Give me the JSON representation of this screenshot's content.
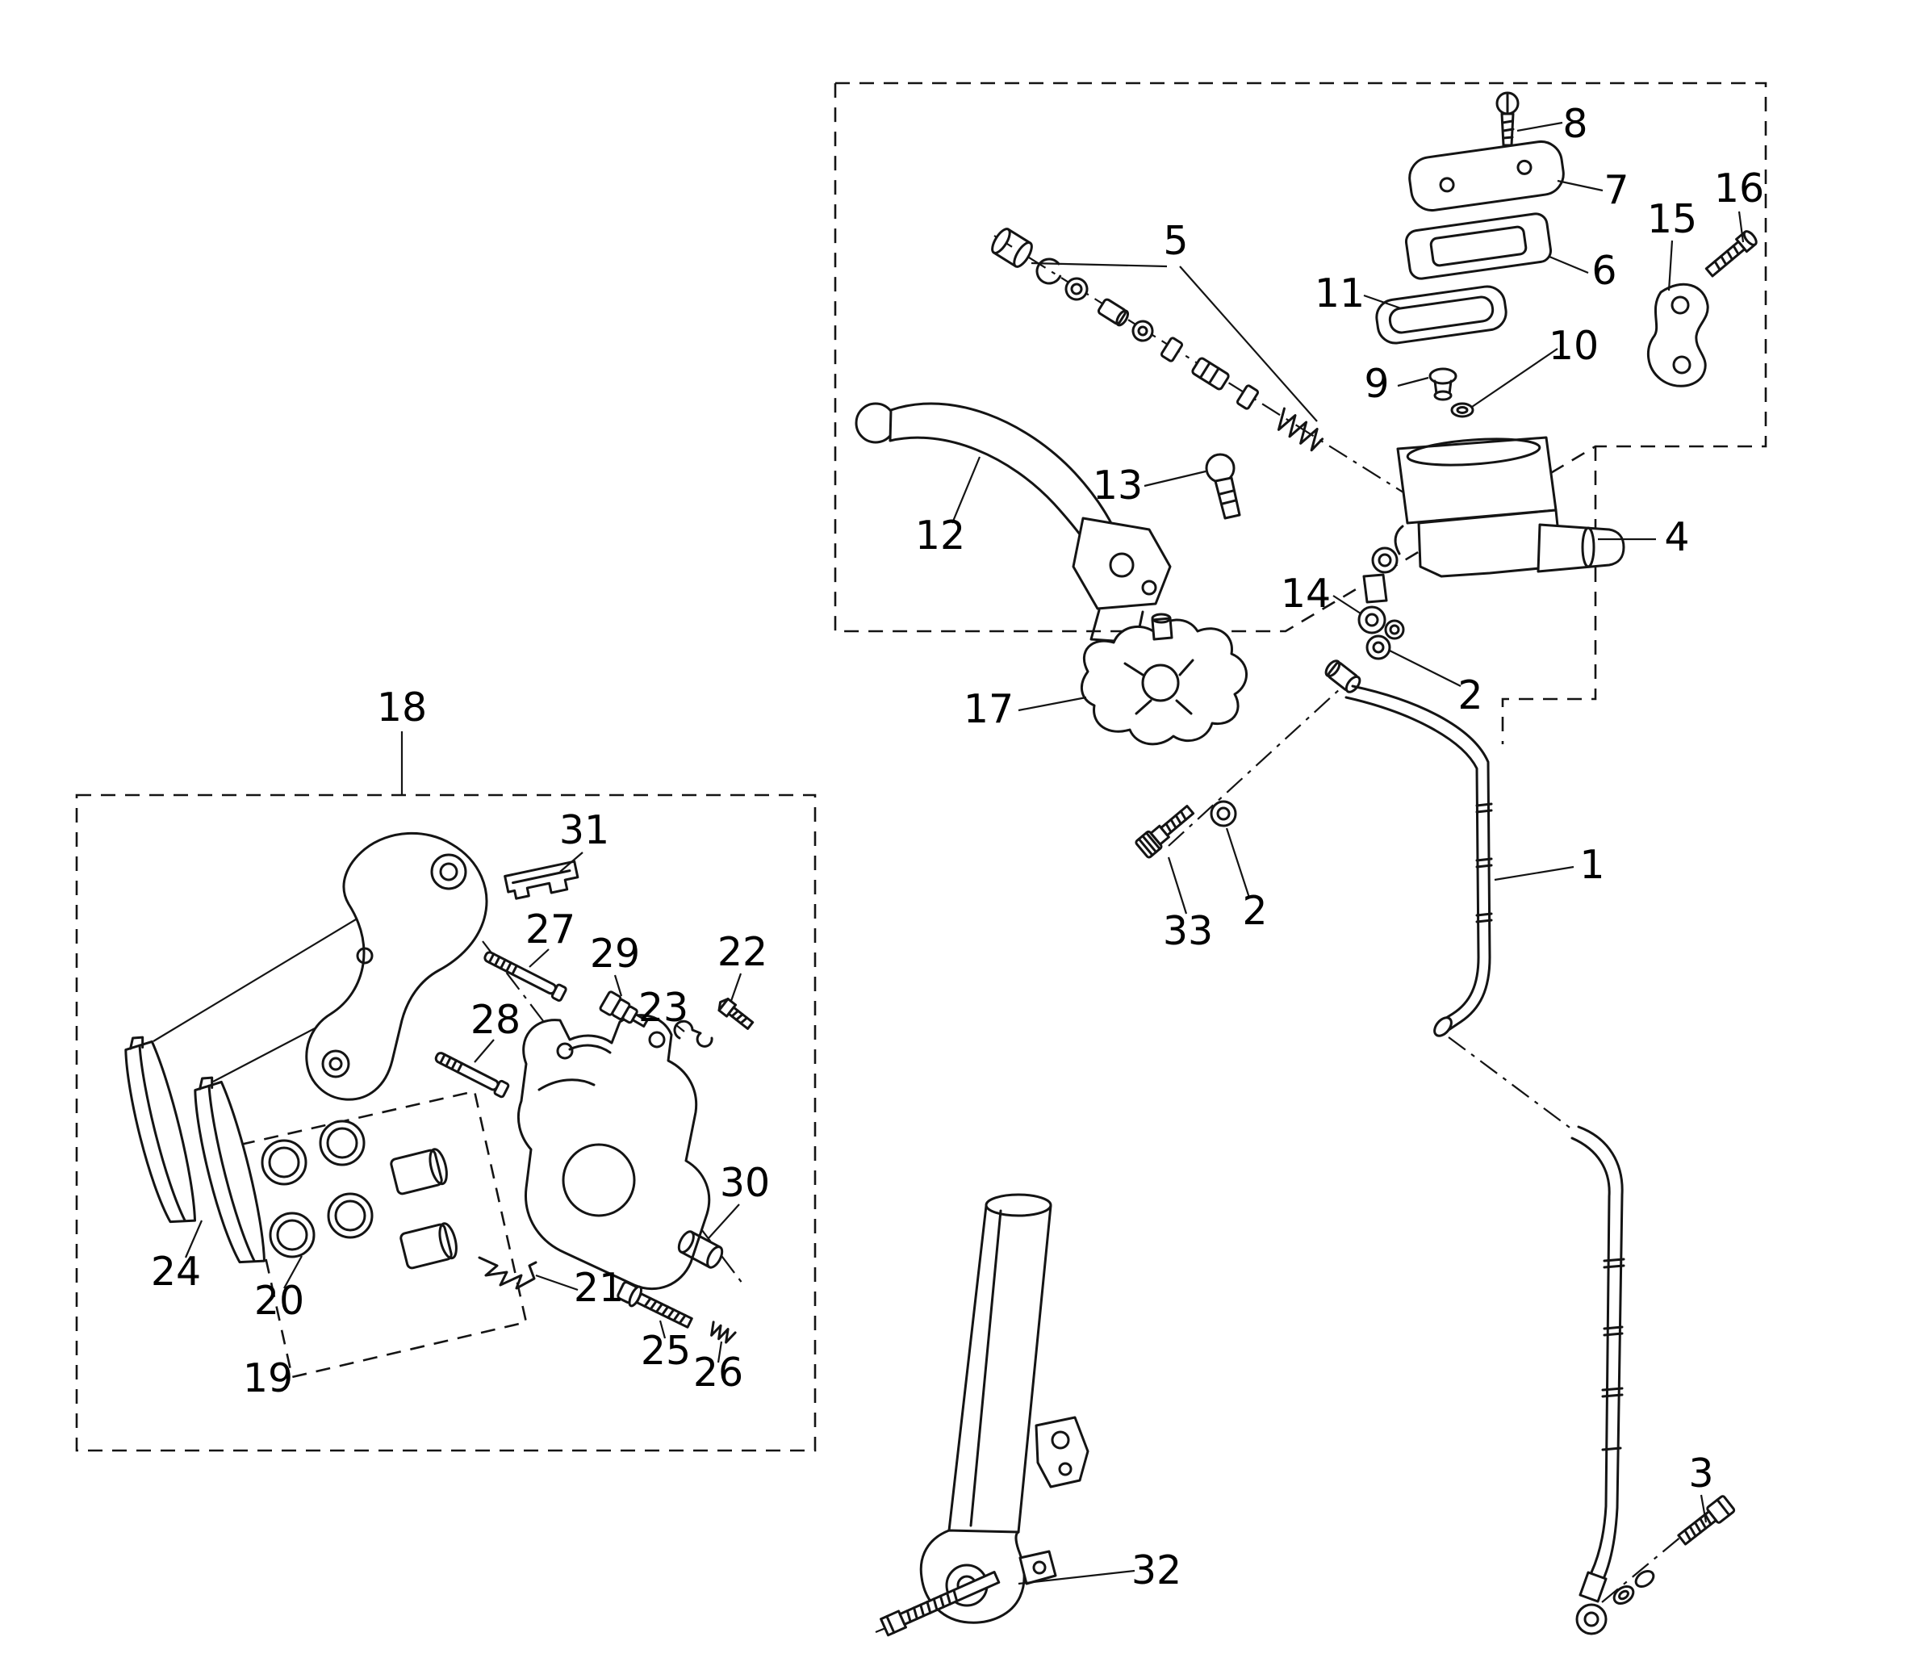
{
  "diagram": {
    "background_color": "#ffffff",
    "line_color": "#141414",
    "labels": [
      {
        "id": "callout-8",
        "text": "8"
      },
      {
        "id": "callout-7",
        "text": "7"
      },
      {
        "id": "callout-16",
        "text": "16"
      },
      {
        "id": "callout-15",
        "text": "15"
      },
      {
        "id": "callout-6",
        "text": "6"
      },
      {
        "id": "callout-5",
        "text": "5"
      },
      {
        "id": "callout-11",
        "text": "11"
      },
      {
        "id": "callout-10",
        "text": "10"
      },
      {
        "id": "callout-9",
        "text": "9"
      },
      {
        "id": "callout-13",
        "text": "13"
      },
      {
        "id": "callout-12",
        "text": "12"
      },
      {
        "id": "callout-4",
        "text": "4"
      },
      {
        "id": "callout-14",
        "text": "14"
      },
      {
        "id": "callout-17",
        "text": "17"
      },
      {
        "id": "callout-2-upper",
        "text": "2"
      },
      {
        "id": "callout-18",
        "text": "18"
      },
      {
        "id": "callout-1",
        "text": "1"
      },
      {
        "id": "callout-33",
        "text": "33"
      },
      {
        "id": "callout-2-lower",
        "text": "2"
      },
      {
        "id": "callout-31",
        "text": "31"
      },
      {
        "id": "callout-27",
        "text": "27"
      },
      {
        "id": "callout-29",
        "text": "29"
      },
      {
        "id": "callout-22",
        "text": "22"
      },
      {
        "id": "callout-23",
        "text": "23"
      },
      {
        "id": "callout-28",
        "text": "28"
      },
      {
        "id": "callout-30",
        "text": "30"
      },
      {
        "id": "callout-24",
        "text": "24"
      },
      {
        "id": "callout-20",
        "text": "20"
      },
      {
        "id": "callout-21",
        "text": "21"
      },
      {
        "id": "callout-19",
        "text": "19"
      },
      {
        "id": "callout-25",
        "text": "25"
      },
      {
        "id": "callout-26",
        "text": "26"
      },
      {
        "id": "callout-3",
        "text": "3"
      },
      {
        "id": "callout-32",
        "text": "32"
      }
    ]
  }
}
